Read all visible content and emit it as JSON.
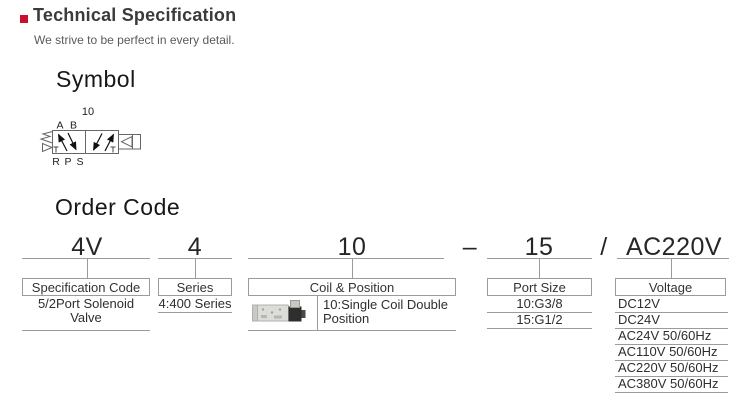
{
  "colors": {
    "accent_red": "#c8102e",
    "diagram_line": "#9b9b9b"
  },
  "header": {
    "title": "Technical Specification",
    "subtitle": "We strive to be perfect in every detail."
  },
  "symbol": {
    "heading": "Symbol",
    "position_label": "10",
    "top_ports": [
      "A",
      "B"
    ],
    "bottom_ports": [
      "R",
      "P",
      "S"
    ]
  },
  "order_code": {
    "heading": "Order Code",
    "parts": [
      {
        "text": "4V"
      },
      {
        "text": "4"
      },
      {
        "text": "10"
      },
      {
        "text": "–"
      },
      {
        "text": "15"
      },
      {
        "text": "/"
      },
      {
        "text": "AC220V"
      }
    ],
    "columns": [
      {
        "label": "Specification Code",
        "rows": [
          "5/2Port Solenoid Valve"
        ]
      },
      {
        "label": "Series",
        "rows": [
          "4:400 Series"
        ]
      },
      {
        "label": "Coil & Position",
        "image": "solenoid-valve-photo",
        "rows": [
          "10:Single Coil Double Position"
        ]
      },
      {
        "label": "Port Size",
        "rows": [
          "10:G3/8",
          "15:G1/2"
        ]
      },
      {
        "label": "Voltage",
        "rows": [
          "DC12V",
          "DC24V",
          "AC24V 50/60Hz",
          "AC110V 50/60Hz",
          "AC220V 50/60Hz",
          "AC380V 50/60Hz"
        ]
      }
    ]
  }
}
